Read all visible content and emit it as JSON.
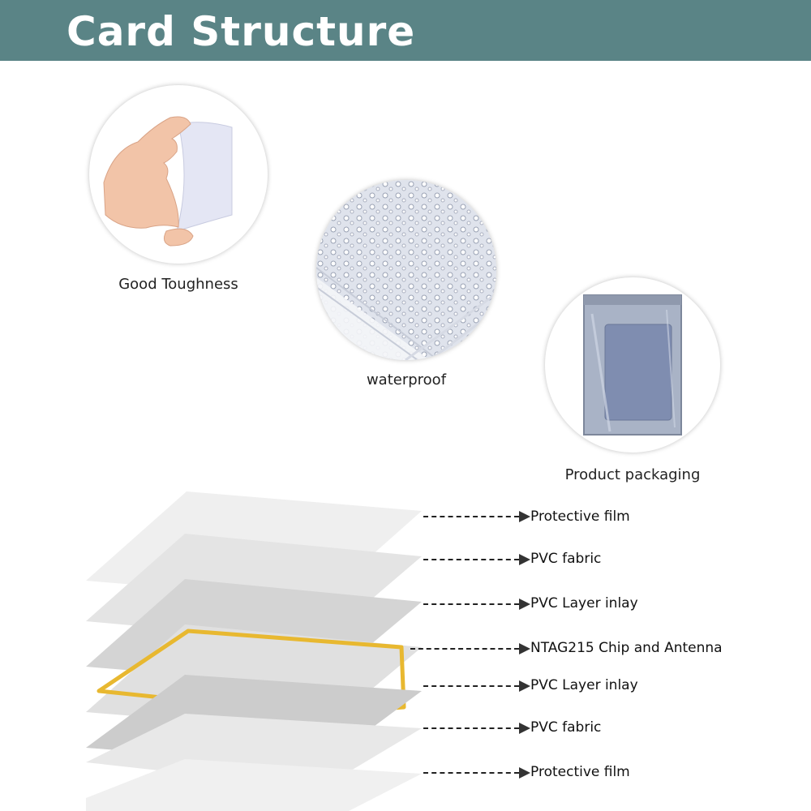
{
  "header": {
    "title": "Card Structure"
  },
  "features": [
    {
      "caption": "Good Toughness",
      "image": "hand-bending-card"
    },
    {
      "caption": "waterproof",
      "image": "water-droplets-on-cards"
    },
    {
      "caption": "Product packaging",
      "image": "card-in-plastic-bag"
    }
  ],
  "layers": [
    {
      "label": "Protective film"
    },
    {
      "label": "PVC fabric"
    },
    {
      "label": "PVC Layer inlay"
    },
    {
      "label": "NTAG215 Chip and Antenna"
    },
    {
      "label": "PVC Layer inlay"
    },
    {
      "label": "PVC fabric"
    },
    {
      "label": "Protective film"
    }
  ],
  "colors": {
    "header": "#5a8486",
    "antenna": "#e8b830",
    "chip": "#1a1a1a"
  }
}
